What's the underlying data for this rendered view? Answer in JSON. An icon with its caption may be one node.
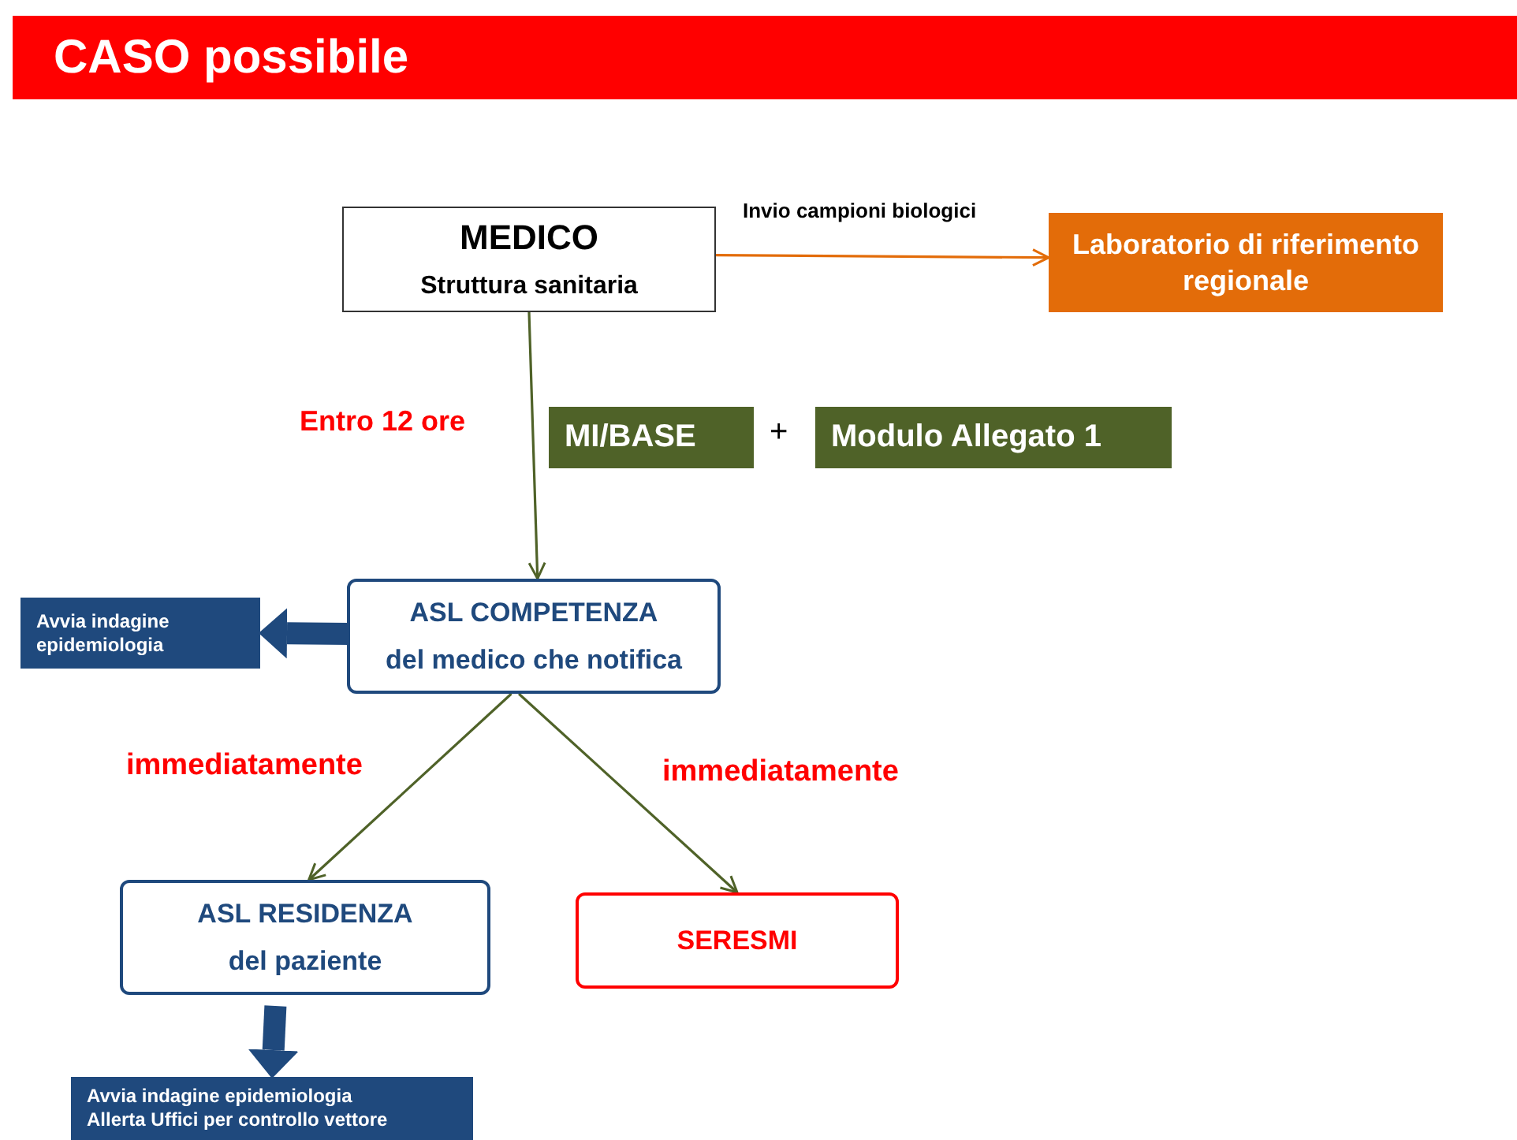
{
  "diagram": {
    "title": "CASO possibile",
    "nodes": [
      {
        "text": [
          "MEDICO",
          "Struttura sanitaria"
        ]
      },
      {
        "text": [
          "Laboratorio di riferimento regionale"
        ]
      },
      {
        "text": [
          "MI/BASE"
        ]
      },
      {
        "text": [
          "Modulo Allegato 1"
        ]
      },
      {
        "text": [
          "ASL COMPETENZA",
          "del medico che notifica"
        ]
      },
      {
        "text": [
          "Avvia indagine epidemiologia"
        ]
      },
      {
        "text": [
          "ASL RESIDENZA",
          "del paziente"
        ]
      },
      {
        "text": [
          "SERESMI"
        ]
      },
      {
        "text": [
          "Avvia indagine epidemiologia",
          "Allerta Uffici per controllo vettore"
        ]
      }
    ],
    "edges": [
      {
        "from": 0,
        "to": 1,
        "arrow": "to",
        "label": "Invio campioni biologici",
        "color": "#e36c09"
      },
      {
        "from": 0,
        "to": 4,
        "arrow": "to",
        "label": "Entro 12 ore"
      },
      {
        "from": 4,
        "to": 5,
        "arrow": "to",
        "style": "thick",
        "color": "#1f497d"
      },
      {
        "from": 4,
        "to": 6,
        "arrow": "to",
        "label": "immediatamente"
      },
      {
        "from": 4,
        "to": 7,
        "arrow": "to",
        "label": "immediatamente"
      },
      {
        "from": 6,
        "to": 8,
        "arrow": "to",
        "style": "thick",
        "color": "#1f497d"
      }
    ],
    "labels": [
      "+"
    ]
  }
}
